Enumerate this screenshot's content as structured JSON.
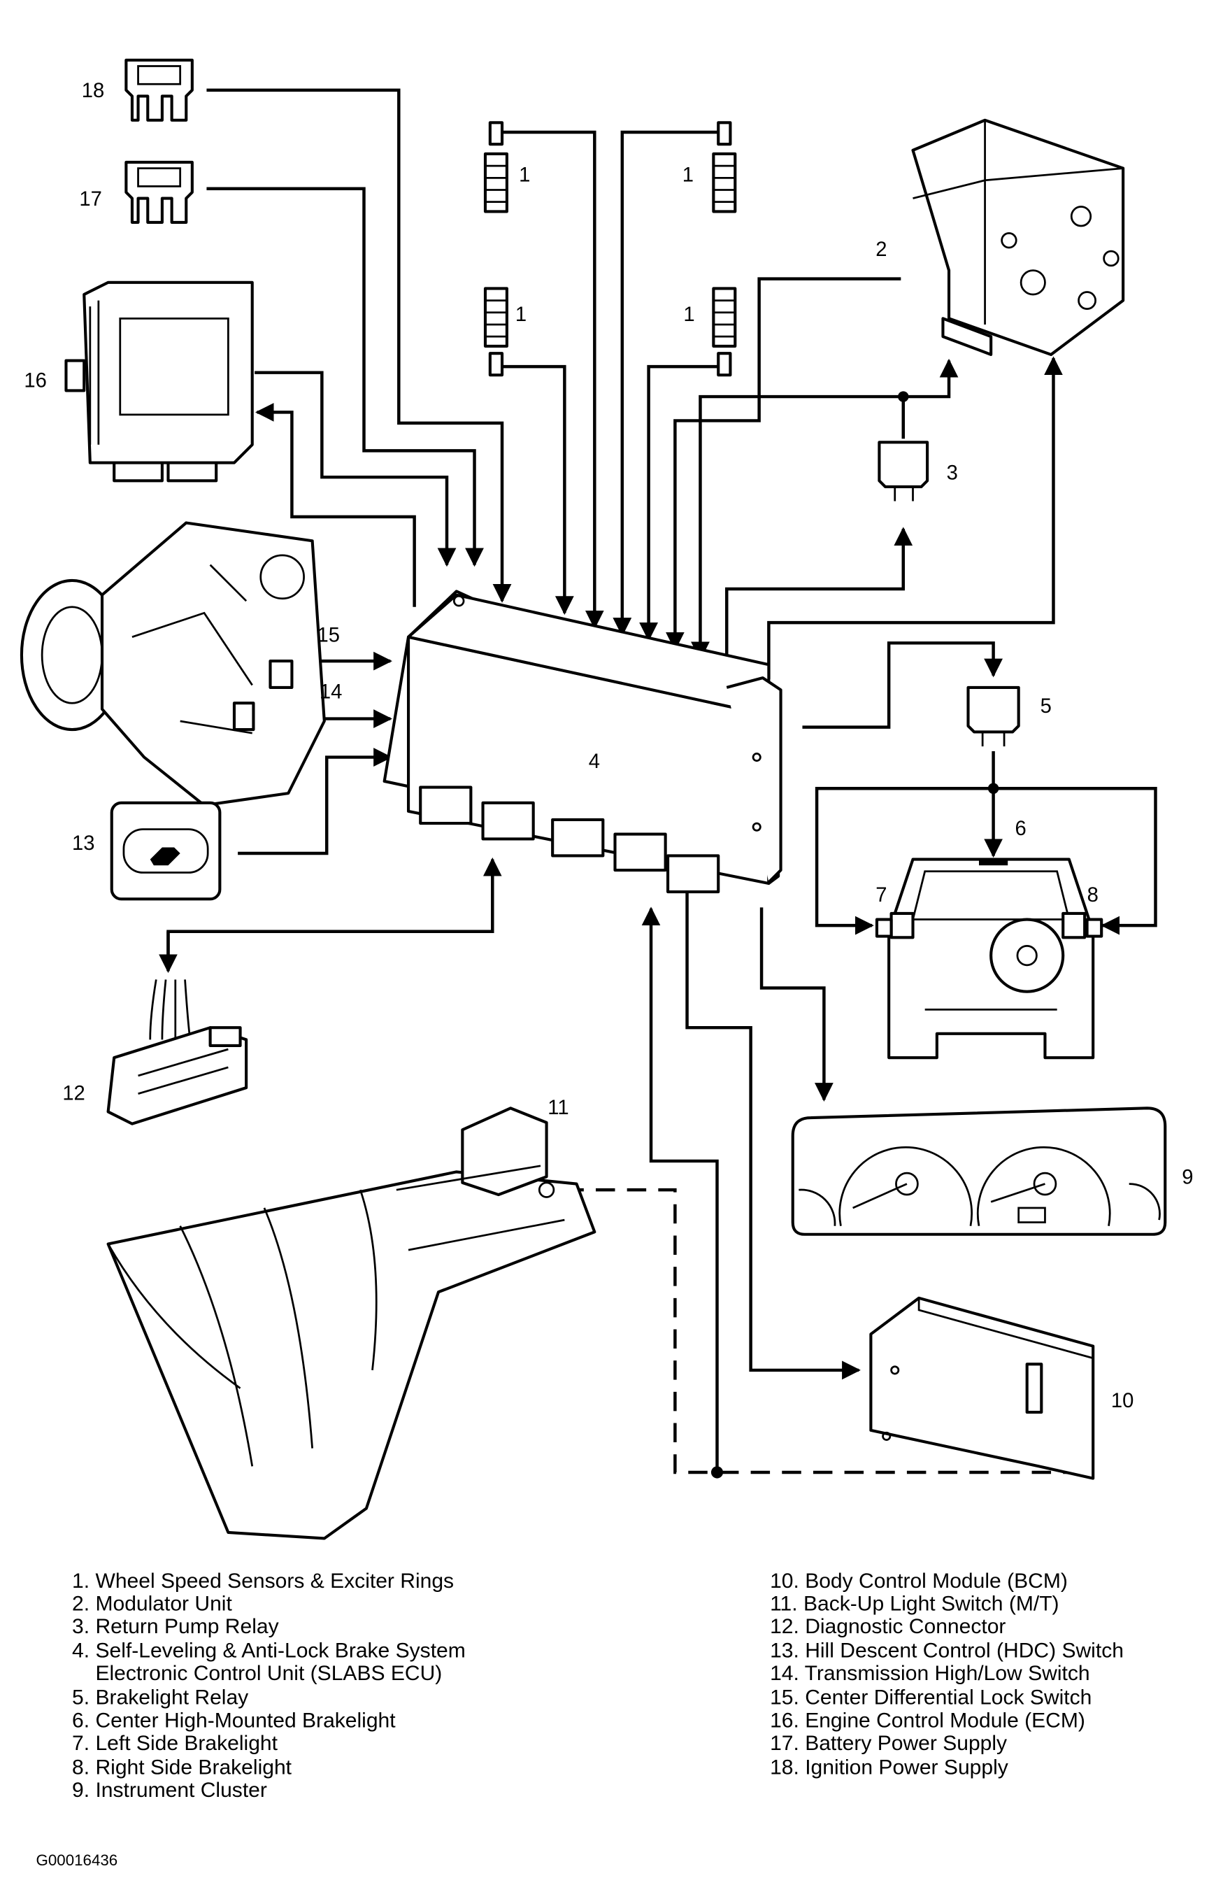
{
  "callouts": {
    "c1a": "1",
    "c1b": "1",
    "c1c": "1",
    "c1d": "1",
    "c2": "2",
    "c3": "3",
    "c4": "4",
    "c5": "5",
    "c6": "6",
    "c7": "7",
    "c8": "8",
    "c9": "9",
    "c10": "10",
    "c11": "11",
    "c12": "12",
    "c13": "13",
    "c14": "14",
    "c15": "15",
    "c16": "16",
    "c17": "17",
    "c18": "18"
  },
  "legend_left": [
    "1. Wheel Speed Sensors & Exciter Rings",
    "2. Modulator Unit",
    "3. Return Pump Relay",
    "4. Self-Leveling & Anti-Lock Brake System",
    "    Electronic Control Unit (SLABS ECU)",
    "5. Brakelight Relay",
    "6. Center High-Mounted Brakelight",
    "7. Left Side Brakelight",
    "8. Right Side Brakelight",
    "9. Instrument Cluster"
  ],
  "legend_right": [
    "10. Body Control Module (BCM)",
    "11. Back-Up Light Switch (M/T)",
    "12. Diagnostic Connector",
    "13. Hill Descent Control (HDC) Switch",
    "14. Transmission High/Low Switch",
    "15. Center Differential Lock Switch",
    "16. Engine Control Module (ECM)",
    "17. Battery Power Supply",
    "18. Ignition Power Supply"
  ],
  "figure_code": "G00016436"
}
